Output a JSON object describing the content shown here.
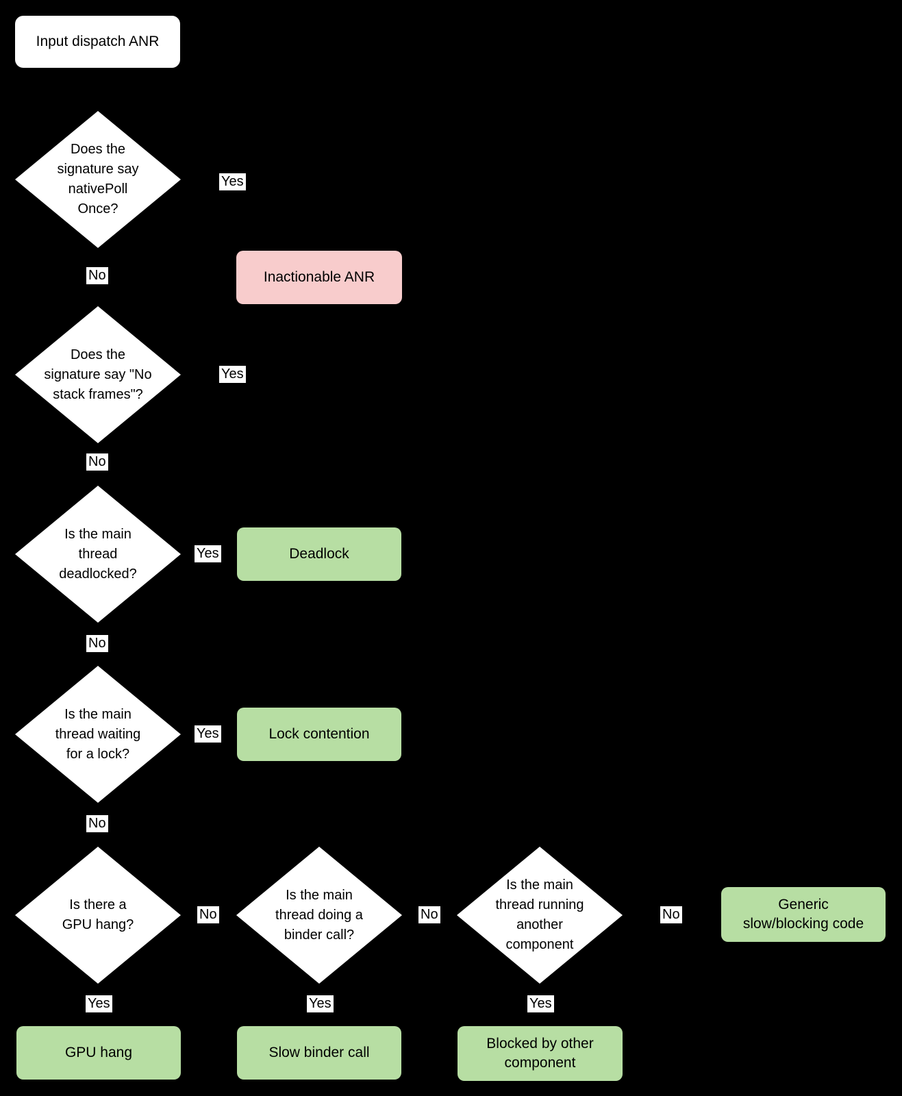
{
  "colors": {
    "background": "#000000",
    "decision_fill": "#ffffff",
    "result_green": "#b7dea3",
    "result_pink": "#f8cccc",
    "text": "#000000",
    "edge_label_bg": "#ffffff"
  },
  "nodes": {
    "start": "Input dispatch ANR",
    "d_native_poll": "Does the\nsignature say\nnativePoll\nOnce?",
    "d_no_stack_frames": "Does the\nsignature say \"No\nstack frames\"?",
    "d_deadlocked": "Is the main\nthread\ndeadlocked?",
    "d_waiting_lock": "Is the main\nthread waiting\nfor a lock?",
    "d_gpu_hang": "Is there a\nGPU hang?",
    "d_binder_call": "Is the main\nthread doing a\nbinder call?",
    "d_other_component": "Is the main\nthread running\nanother\ncomponent",
    "r_inactionable": "Inactionable ANR",
    "r_deadlock": "Deadlock",
    "r_lock_contention": "Lock contention",
    "r_gpu_hang": "GPU hang",
    "r_slow_binder": "Slow binder call",
    "r_blocked_other": "Blocked by other\ncomponent",
    "r_generic": "Generic\nslow/blocking code"
  },
  "labels": {
    "yes": "Yes",
    "no": "No"
  }
}
